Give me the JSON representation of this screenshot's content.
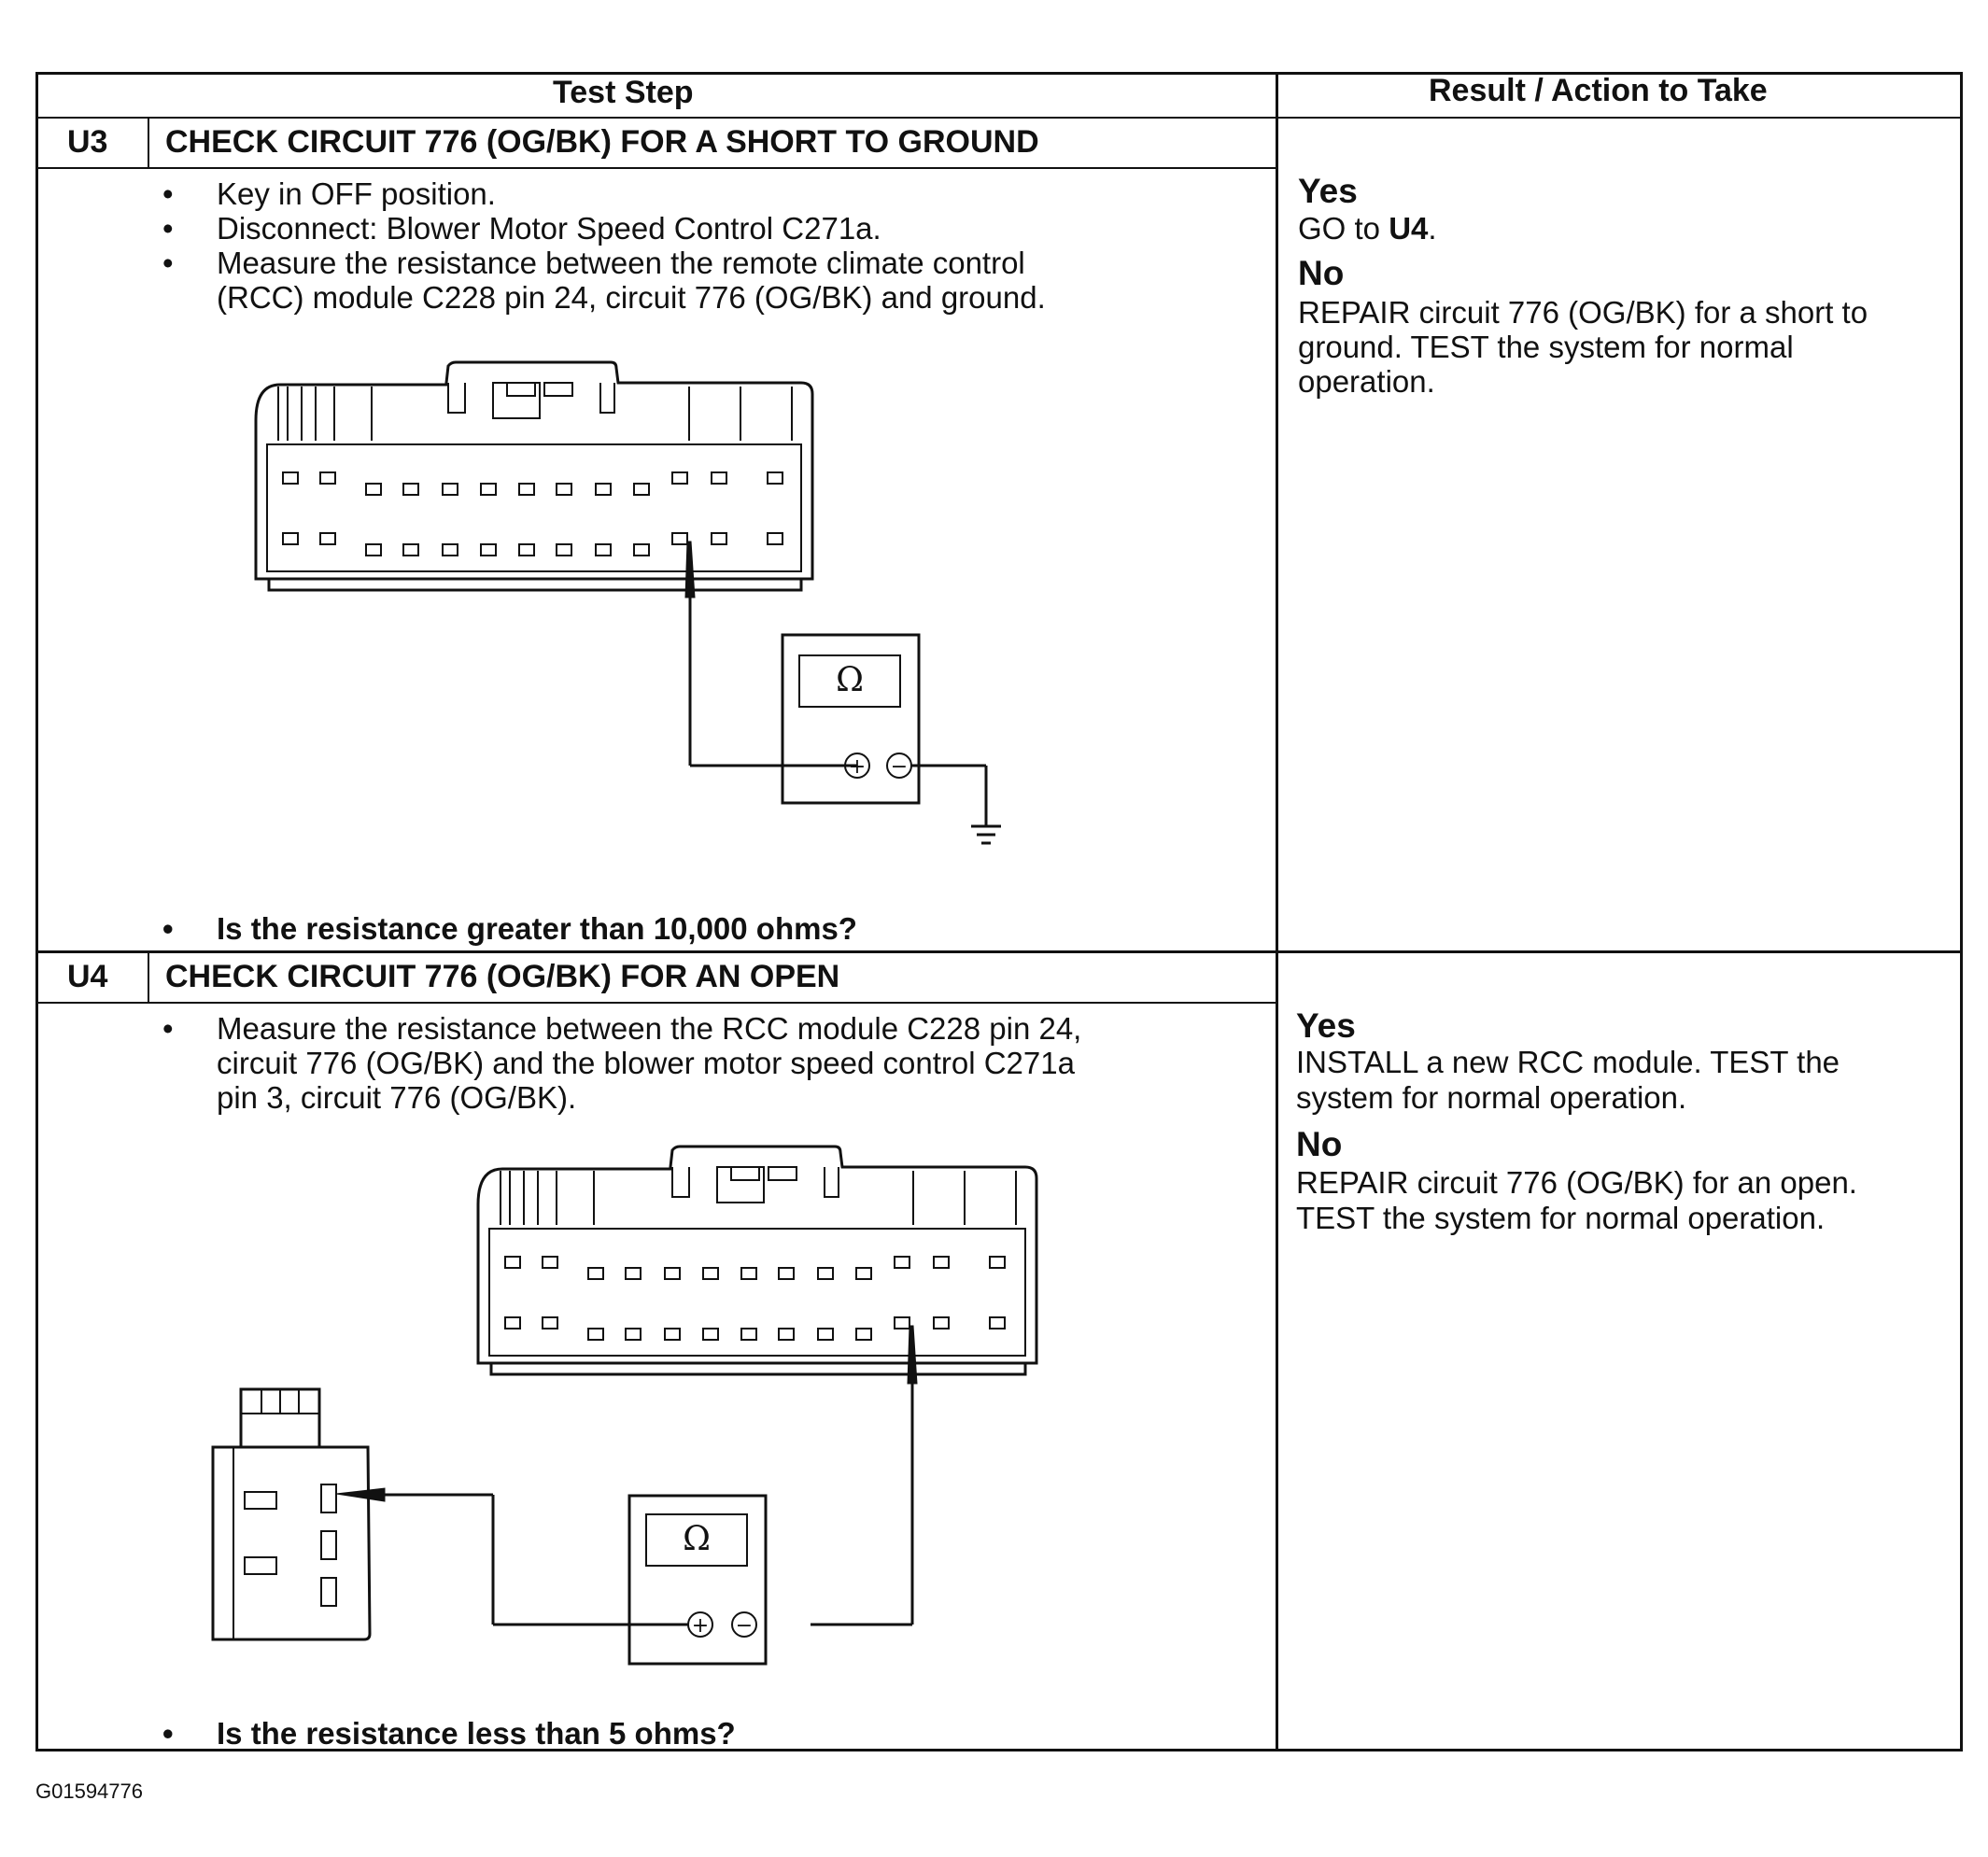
{
  "header": {
    "test_step": "Test Step",
    "result": "Result / Action to Take"
  },
  "steps": [
    {
      "id": "U3",
      "title": "CHECK CIRCUIT 776 (OG/BK) FOR A SHORT TO GROUND",
      "bullets": [
        "Key in OFF position.",
        "Disconnect: Blower Motor Speed Control C271a.",
        "Measure the resistance between the remote climate control",
        "(RCC) module C228 pin 24, circuit 776 (OG/BK) and ground."
      ],
      "question": "Is the resistance greater than 10,000 ohms?",
      "meter_symbol": "Ω",
      "yes": {
        "label": "Yes",
        "text": "GO to ",
        "target": "U4",
        "suffix": "."
      },
      "no": {
        "label": "No",
        "lines": [
          "REPAIR circuit 776 (OG/BK) for a short to",
          "ground. TEST the system for normal",
          "operation."
        ]
      }
    },
    {
      "id": "U4",
      "title": "CHECK CIRCUIT 776 (OG/BK) FOR AN OPEN",
      "bullets": [
        "Measure the resistance between the RCC module C228 pin 24,",
        "circuit 776 (OG/BK) and the blower motor speed control C271a",
        "pin 3, circuit 776 (OG/BK)."
      ],
      "question": "Is the resistance less than 5 ohms?",
      "meter_symbol": "Ω",
      "yes": {
        "label": "Yes",
        "lines": [
          "INSTALL a new RCC module. TEST the",
          "system for normal operation."
        ]
      },
      "no": {
        "label": "No",
        "lines": [
          "REPAIR circuit 776 (OG/BK) for an open.",
          "TEST the system for normal operation."
        ]
      }
    }
  ],
  "meter_plus": "+",
  "meter_minus": "−",
  "footer_code": "G01594776"
}
